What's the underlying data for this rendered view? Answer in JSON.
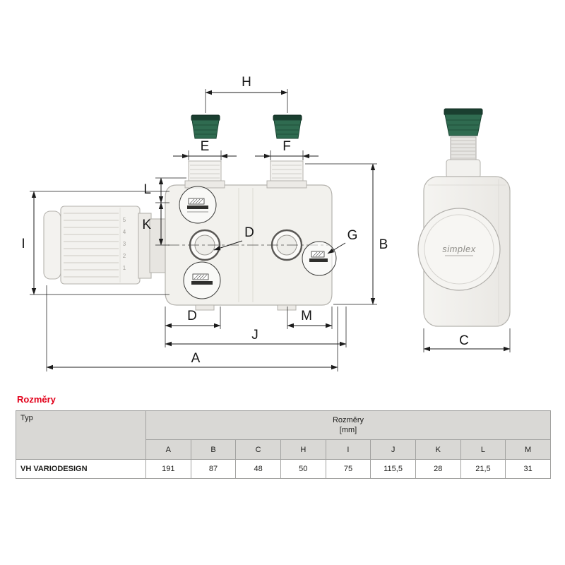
{
  "drawing": {
    "dims": {
      "A": "A",
      "B": "B",
      "C": "C",
      "D": "D",
      "E": "E",
      "F": "F",
      "G": "G",
      "H": "H",
      "I": "I",
      "J": "J",
      "K": "K",
      "L": "L",
      "M": "M"
    },
    "head_scale": [
      "5",
      "4",
      "3",
      "2",
      "1"
    ],
    "brand": "simplex"
  },
  "section": {
    "title": "Rozměry"
  },
  "table": {
    "typ_header": "Typ",
    "group_header": "Rozměry",
    "unit_header": "[mm]",
    "columns": [
      "A",
      "B",
      "C",
      "H",
      "I",
      "J",
      "K",
      "L",
      "M"
    ],
    "row": {
      "name": "VH VARIODESIGN",
      "values": [
        "191",
        "87",
        "48",
        "50",
        "75",
        "115,5",
        "28",
        "21,5",
        "31"
      ]
    }
  },
  "colors": {
    "accent_red": "#e2001a",
    "tailpiece_green": "#2f6b50"
  }
}
